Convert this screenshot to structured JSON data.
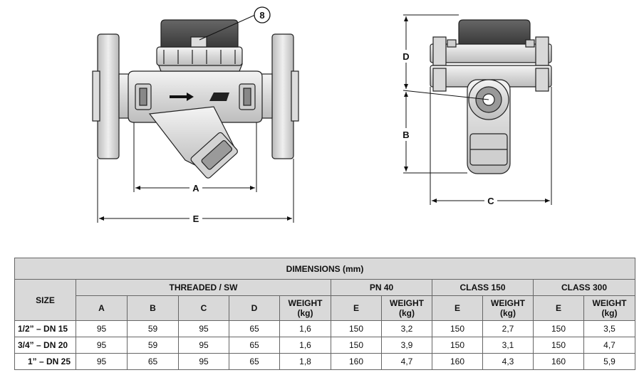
{
  "drawing": {
    "callout": "8",
    "dim_labels": {
      "a": "A",
      "b": "B",
      "c": "C",
      "d": "D",
      "e": "E"
    }
  },
  "table": {
    "title": "DIMENSIONS (mm)",
    "size_header": "SIZE",
    "groups": {
      "threaded": "THREADED / SW",
      "pn40": "PN 40",
      "class150": "CLASS 150",
      "class300": "CLASS 300"
    },
    "columns": {
      "a": "A",
      "b": "B",
      "c": "C",
      "d": "D",
      "weight_line1": "WEIGHT",
      "weight_line2": "(kg)",
      "e": "E"
    },
    "rows": [
      {
        "size": "1/2” – DN 15",
        "a": "95",
        "b": "59",
        "c": "95",
        "d": "65",
        "w_thr": "1,6",
        "e_pn40": "150",
        "w_pn40": "3,2",
        "e_c150": "150",
        "w_c150": "2,7",
        "e_c300": "150",
        "w_c300": "3,5"
      },
      {
        "size": "3/4” – DN 20",
        "a": "95",
        "b": "59",
        "c": "95",
        "d": "65",
        "w_thr": "1,6",
        "e_pn40": "150",
        "w_pn40": "3,9",
        "e_c150": "150",
        "w_c150": "3,1",
        "e_c300": "150",
        "w_c300": "4,7"
      },
      {
        "size": "1” – DN 25",
        "a": "95",
        "b": "65",
        "c": "95",
        "d": "65",
        "w_thr": "1,8",
        "e_pn40": "160",
        "w_pn40": "4,7",
        "e_c150": "160",
        "w_c150": "4,3",
        "e_c300": "160",
        "w_c300": "5,9"
      }
    ]
  }
}
